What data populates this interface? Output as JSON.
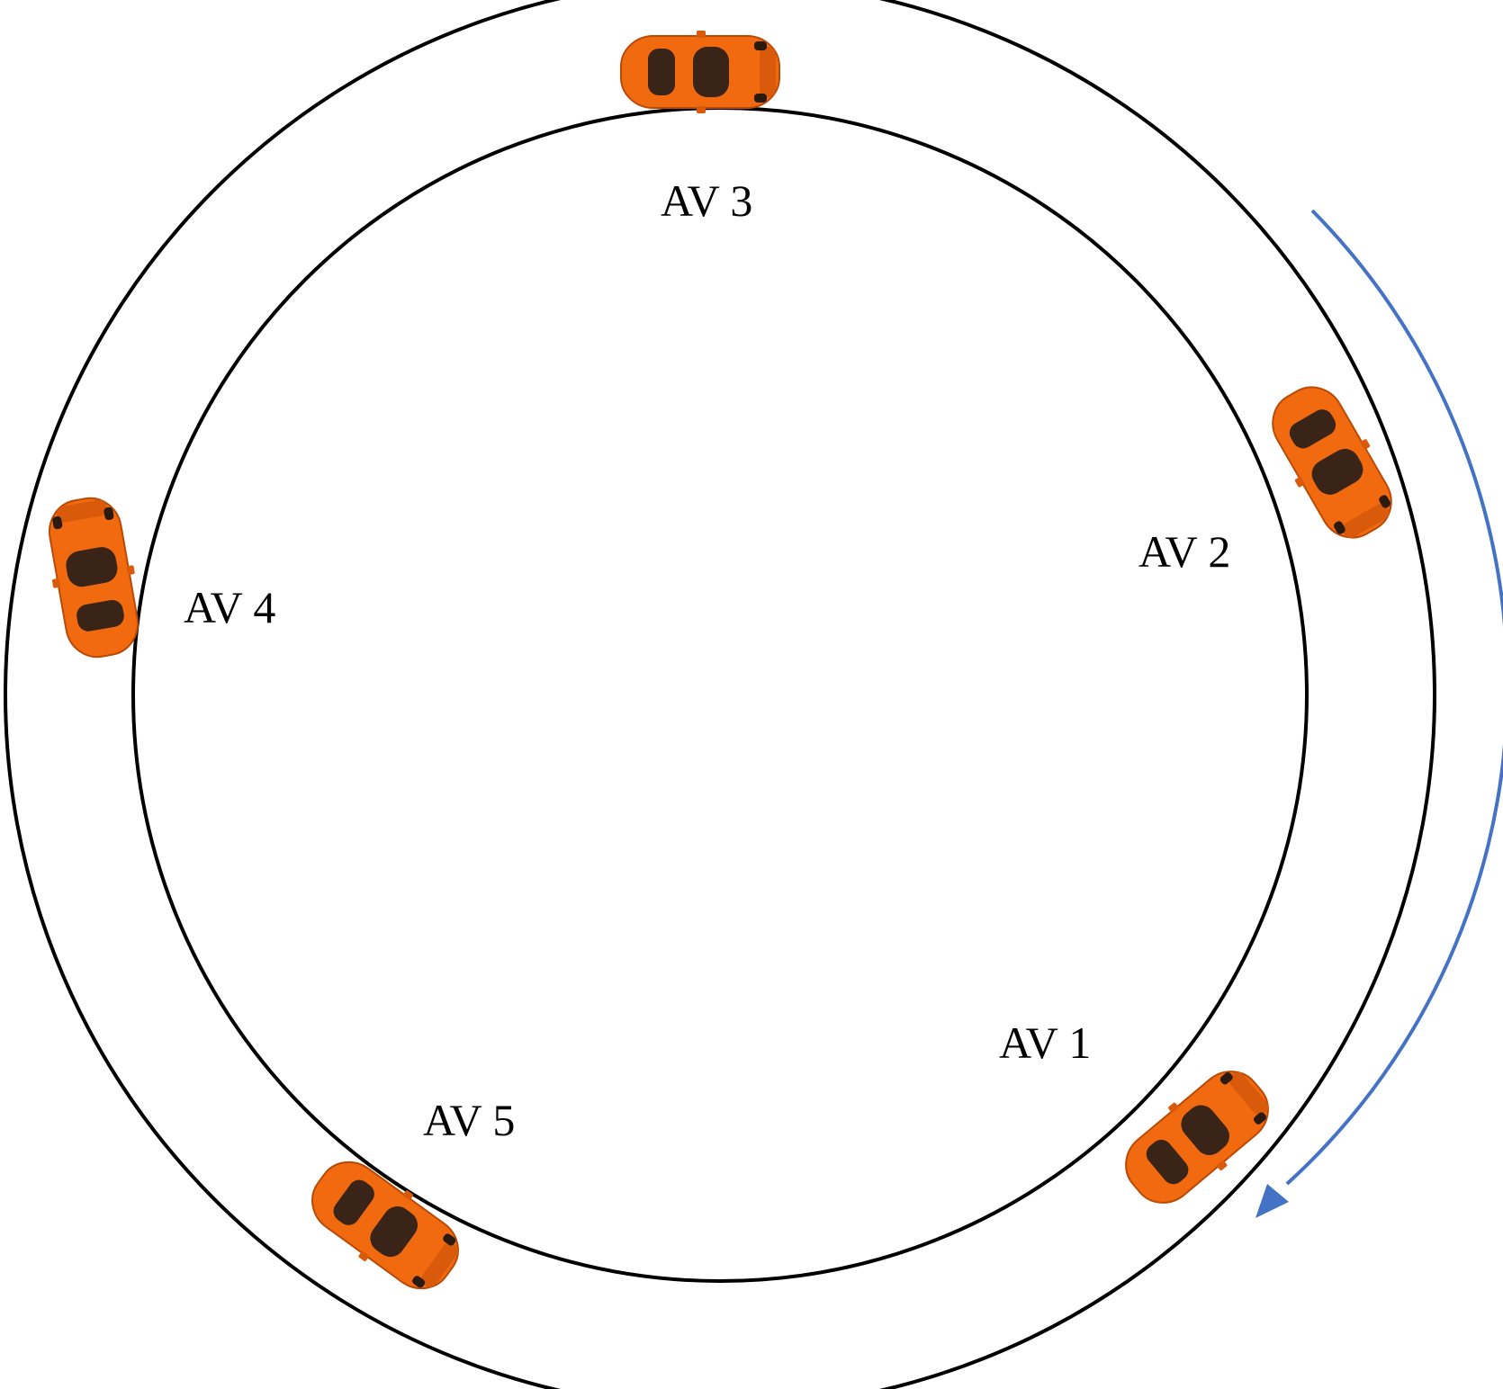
{
  "diagram": {
    "vehicles": [
      {
        "id": "av1",
        "label": "AV 1"
      },
      {
        "id": "av2",
        "label": "AV 2"
      },
      {
        "id": "av3",
        "label": "AV 3"
      },
      {
        "id": "av4",
        "label": "AV 4"
      },
      {
        "id": "av5",
        "label": "AV 5"
      }
    ],
    "direction": "clockwise",
    "colors": {
      "car_body": "#f26a10",
      "car_dark": "#3a2418",
      "track_stroke": "#000000",
      "arrow": "#4472c4"
    },
    "icons": {
      "vehicle": "car-icon",
      "direction": "arrow-icon"
    }
  }
}
